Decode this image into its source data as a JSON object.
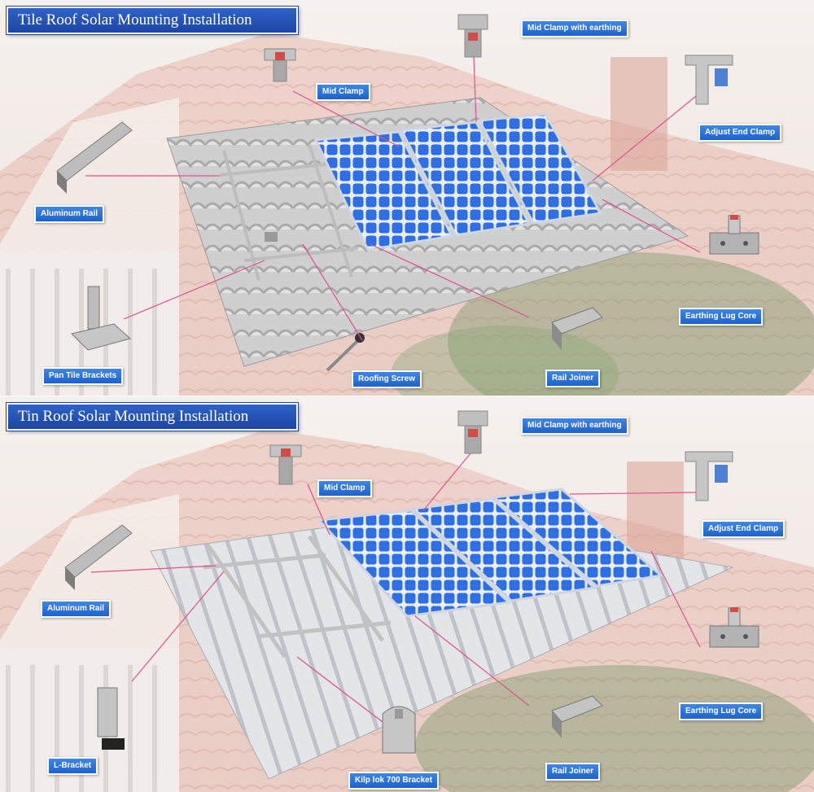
{
  "top": {
    "title": "Tile Roof Solar Mounting  Installation",
    "labels": {
      "mid_clamp_earthing": "Mid Clamp with earthing",
      "mid_clamp": "Mid Clamp",
      "adjust_end_clamp": "Adjust End Clamp",
      "aluminum_rail": "Aluminum Rail",
      "earthing_lug_core": "Earthing Lug Core",
      "rail_joiner": "Rail Joiner",
      "roofing_screw": "Roofing Screw",
      "pan_tile_brackets": "Pan Tile Brackets"
    }
  },
  "bottom": {
    "title": "Tin Roof Solar Mounting  Installation",
    "labels": {
      "mid_clamp_earthing": "Mid Clamp with earthing",
      "mid_clamp": "Mid Clamp",
      "adjust_end_clamp": "Adjust End Clamp",
      "aluminum_rail": "Aluminum Rail",
      "earthing_lug_core": "Earthing Lug Core",
      "l_bracket": "L-Bracket",
      "kilp_lok_bracket": "Kilp lok 700 Bracket",
      "rail_joiner": "Rail Joiner"
    }
  },
  "colors": {
    "label_blue": "#2a72d8",
    "title_blue": "#1f4fb5",
    "leader_line": "#e0508a",
    "panel_cell": "#2e6fe6"
  }
}
